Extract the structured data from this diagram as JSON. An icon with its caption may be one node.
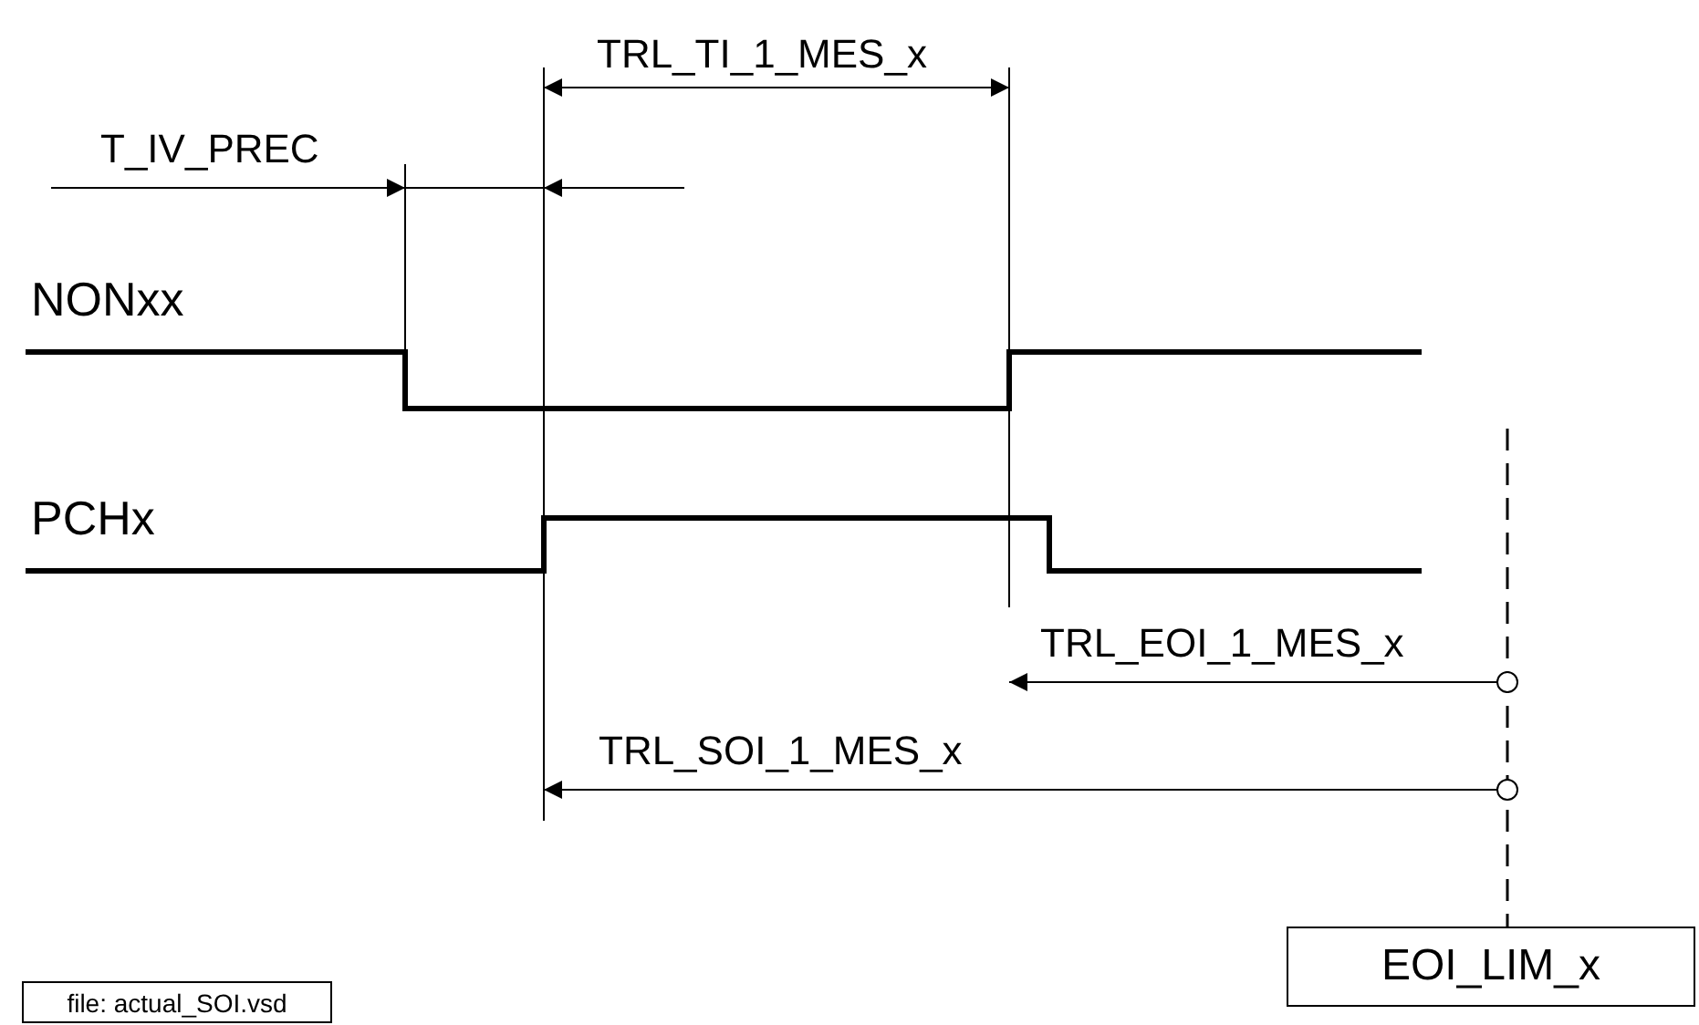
{
  "diagram": {
    "nodes": [
      {
        "text": [
          "EOI_LIM_x"
        ]
      },
      {
        "text": [
          "file: actual_SOI.vsd"
        ]
      }
    ],
    "labels": [
      "TRL_TI_1_MES_x",
      "T_IV_PREC",
      "NONxx",
      "PCHx",
      "TRL_EOI_1_MES_x",
      "TRL_SOI_1_MES_x"
    ]
  }
}
